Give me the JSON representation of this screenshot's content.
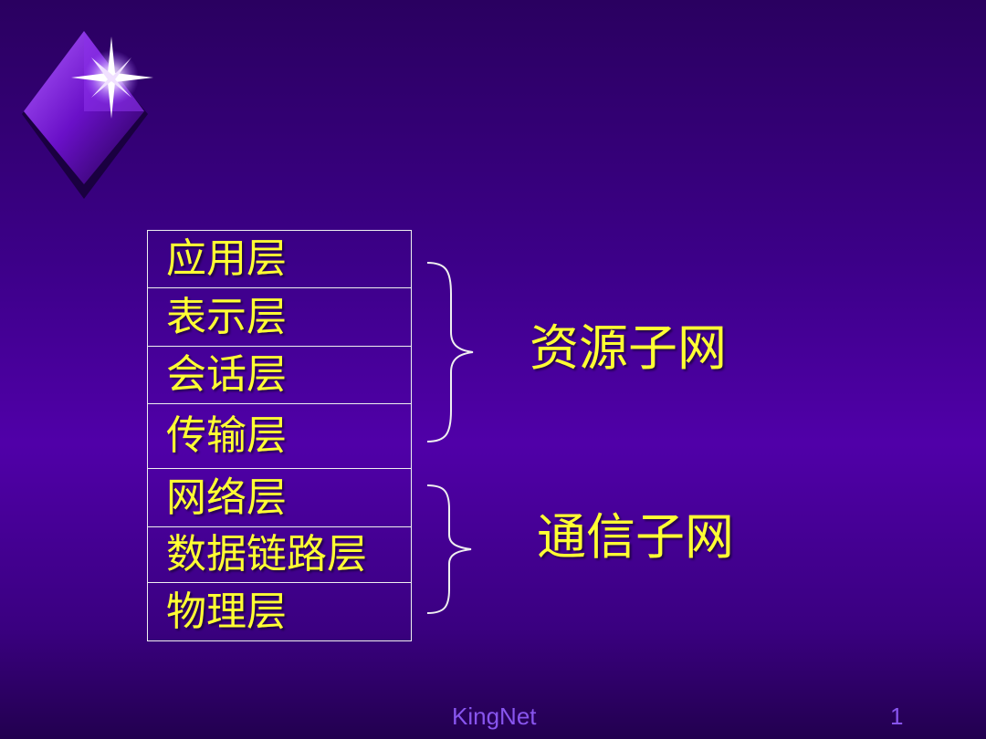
{
  "layers": [
    {
      "label": "应用层"
    },
    {
      "label": "表示层"
    },
    {
      "label": "会话层"
    },
    {
      "label": "传输层"
    },
    {
      "label": "网络层"
    },
    {
      "label": "数据链路层"
    },
    {
      "label": "物理层"
    }
  ],
  "groups": {
    "resource": {
      "label": "资源子网"
    },
    "communication": {
      "label": "通信子网"
    }
  },
  "footer": {
    "brand": "KingNet",
    "page_number": "1"
  },
  "colors": {
    "text": "#ffff33",
    "border": "#f0f0f0",
    "footer": "#8855ee"
  }
}
